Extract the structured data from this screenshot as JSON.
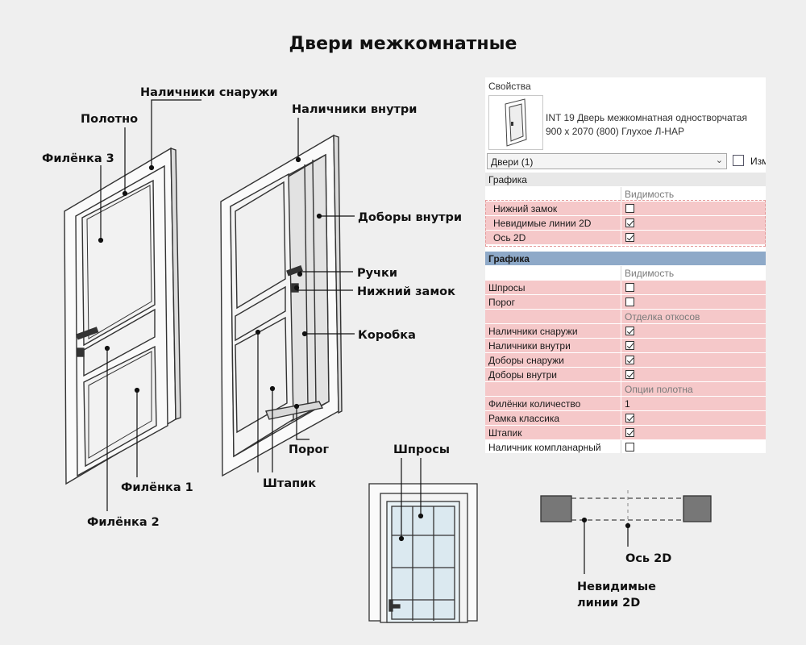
{
  "title": "Двери межкомнатные",
  "door_labels": {
    "nalichniki_snaruzhi": "Наличники снаружи",
    "polotno": "Полотно",
    "filenka3": "Филёнка 3",
    "filenka1": "Филёнка 1",
    "filenka2": "Филёнка 2",
    "nalichniki_vnutri": "Наличники внутри",
    "dobory_vnutri": "Доборы внутри",
    "ruchki": "Ручки",
    "nizhniy_zamok": "Нижний замок",
    "korobka": "Коробка",
    "porog": "Порог",
    "shtapik": "Штапик",
    "shprosy": "Шпросы",
    "os2d": "Ось 2D",
    "nevidimye_line1": "Невидимые",
    "nevidimye_line2": "линии 2D"
  },
  "panel": {
    "title": "Свойства",
    "type_line1": "INT 19 Дверь межкомнатная одностворчатая",
    "type_line2": "900 x 2070 (800) Глухое Л-НАР",
    "selector": "Двери (1)",
    "edit_label": "Изм",
    "section1": {
      "header": "Графика",
      "col": "Видимость",
      "rows": [
        {
          "name": "Нижний замок",
          "checked": false
        },
        {
          "name": "Невидимые линии 2D",
          "checked": true
        },
        {
          "name": "Ось 2D",
          "checked": true
        }
      ]
    },
    "section2": {
      "header": "Графика",
      "col": "Видимость",
      "rows": [
        {
          "name": "Шпросы",
          "type": "check",
          "checked": false,
          "bg": "pink"
        },
        {
          "name": "Порог",
          "type": "check",
          "checked": false,
          "bg": "pink"
        },
        {
          "name": "",
          "type": "sub",
          "value": "Отделка откосов",
          "bg": "pink"
        },
        {
          "name": "Наличники снаружи",
          "type": "check",
          "checked": true,
          "bg": "pink"
        },
        {
          "name": "Наличники внутри",
          "type": "check",
          "checked": true,
          "bg": "pink"
        },
        {
          "name": "Доборы снаружи",
          "type": "check",
          "checked": true,
          "bg": "pink"
        },
        {
          "name": "Доборы внутри",
          "type": "check",
          "checked": true,
          "bg": "pink"
        },
        {
          "name": "",
          "type": "sub",
          "value": "Опции полотна",
          "bg": "pink"
        },
        {
          "name": "Филёнки количество",
          "type": "text",
          "value": "1",
          "bg": "pink"
        },
        {
          "name": "Рамка классика",
          "type": "check",
          "checked": true,
          "bg": "pink"
        },
        {
          "name": "Штапик",
          "type": "check",
          "checked": true,
          "bg": "pink"
        },
        {
          "name": "Наличник компланарный",
          "type": "check",
          "checked": false,
          "bg": "white"
        }
      ]
    }
  }
}
